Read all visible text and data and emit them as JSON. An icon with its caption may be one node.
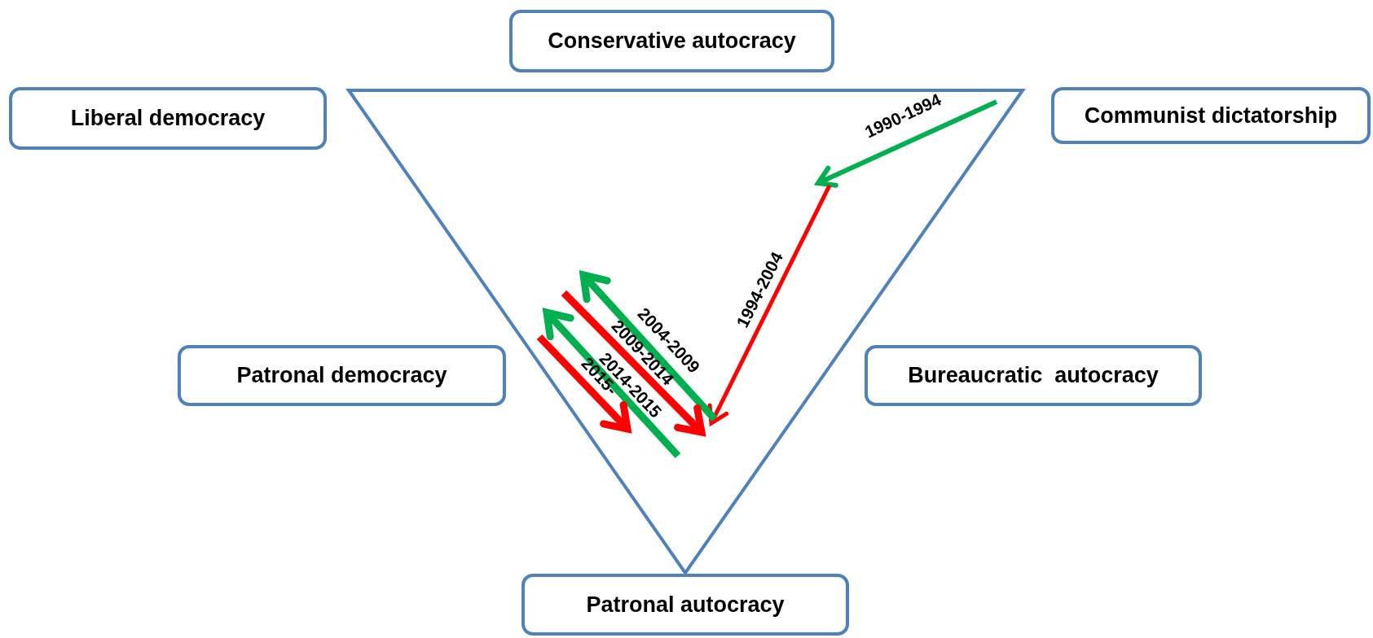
{
  "diagram": {
    "nodes": [
      {
        "text": [
          "Conservative autocracy"
        ]
      },
      {
        "text": [
          "Liberal democracy"
        ]
      },
      {
        "text": [
          "Communist dictatorship"
        ]
      },
      {
        "text": [
          "Patronal democracy"
        ]
      },
      {
        "text": [
          "Bureaucratic  autocracy"
        ]
      },
      {
        "text": [
          "Patronal autocracy"
        ]
      }
    ],
    "labels": [
      "1990-1994",
      "1994-2004",
      "2004-2009",
      "2009-2014",
      "2014-2015",
      "2015-"
    ]
  }
}
